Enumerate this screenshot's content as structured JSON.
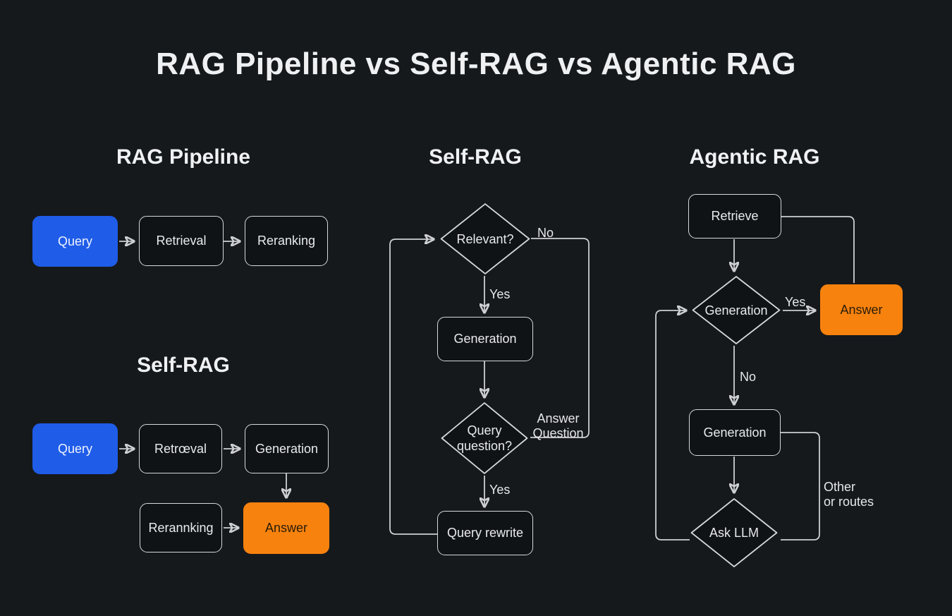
{
  "title": "RAG Pipeline vs Self-RAG vs Agentic RAG",
  "colors": {
    "background": "#16191c",
    "box_border": "#d6d8da",
    "box_fill": "#101316",
    "accent_blue": "#1f5ce8",
    "accent_orange": "#f8820e",
    "text": "#e9eaec"
  },
  "sections": {
    "rag_pipeline": {
      "heading": "RAG Pipeline",
      "nodes": {
        "query": "Query",
        "retrieval": "Retrieval",
        "reranking": "Reranking"
      }
    },
    "self_rag_linear": {
      "heading": "Self-RAG",
      "nodes": {
        "query": "Query",
        "retrieval": "Retrœval",
        "generation": "Generation",
        "reranking": "Rerannking",
        "answer": "Answer"
      }
    },
    "self_rag_loop": {
      "heading": "Self-RAG",
      "nodes": {
        "relevant": "Relevant?",
        "generation": "Generation",
        "query_question": "Query\nquestion?",
        "query_rewrite": "Query rewrite"
      },
      "edge_labels": {
        "no": "No",
        "yes_top": "Yes",
        "yes_bottom": "Yes",
        "answer_question": "Answer\nQuestion"
      }
    },
    "agentic_rag": {
      "heading": "Agentic RAG",
      "nodes": {
        "retrieve": "Retrieve",
        "generation_decision": "Generation",
        "answer": "Answer",
        "generation": "Generation",
        "ask_llm": "Ask LLM"
      },
      "edge_labels": {
        "yes": "Yes",
        "no": "No",
        "other_routes": "Other\nor routes"
      }
    }
  }
}
